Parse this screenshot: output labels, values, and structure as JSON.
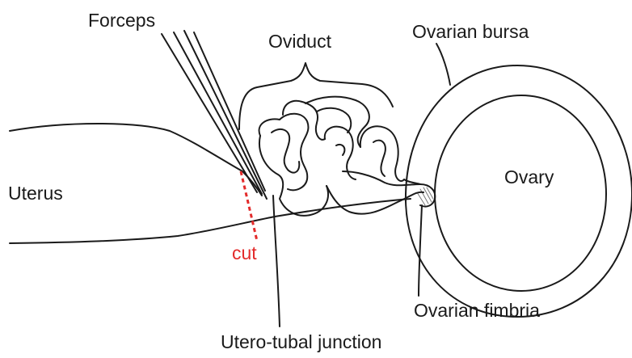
{
  "labels": {
    "forceps": "Forceps",
    "oviduct": "Oviduct",
    "ovarian_bursa": "Ovarian bursa",
    "uterus": "Uterus",
    "ovary": "Ovary",
    "cut": "cut",
    "ovarian_fimbria": "Ovarian fimbria",
    "utero_tubal_junction": "Utero-tubal junction"
  },
  "colors": {
    "line": "#1a1a1a",
    "cut": "#e32b2b",
    "background": "#ffffff"
  }
}
